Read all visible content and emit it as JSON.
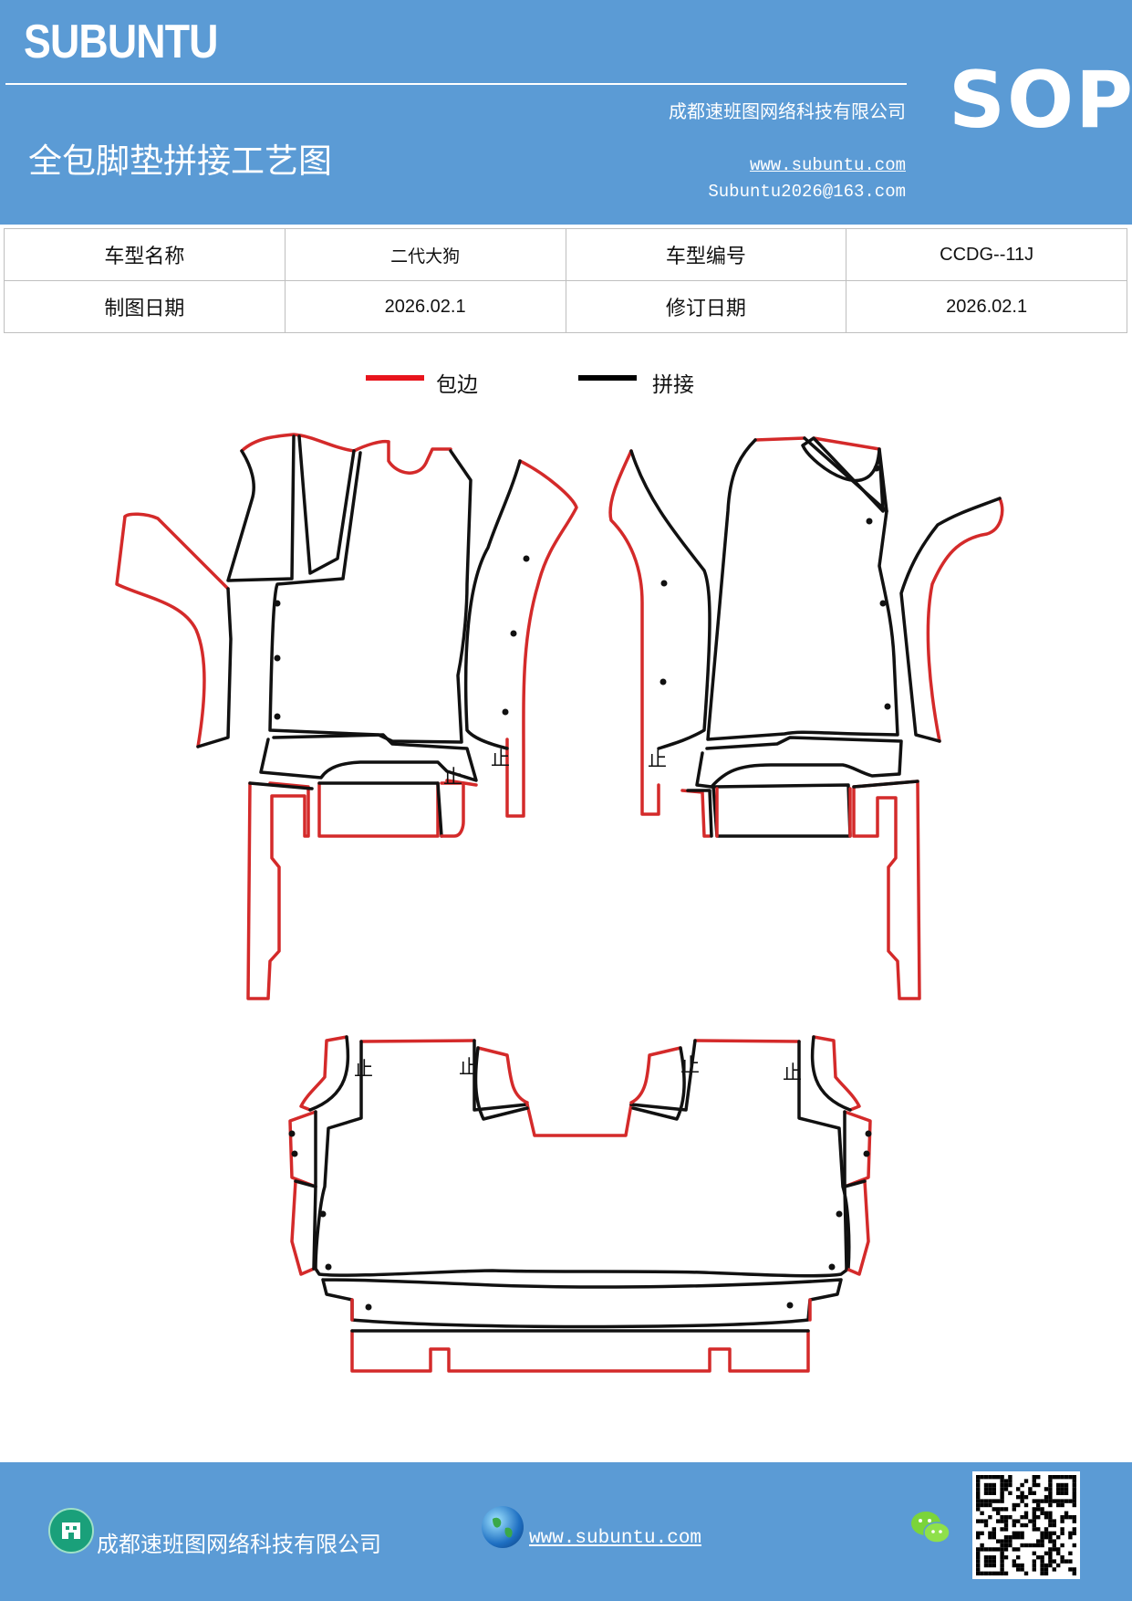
{
  "header": {
    "brand": "SUBUNTU",
    "badge": "SOP",
    "company": "成都速班图网络科技有限公司",
    "title": "全包脚垫拼接工艺图",
    "website": "www.subuntu.com",
    "email": "Subuntu2026@163.com"
  },
  "info_table": {
    "rows": [
      [
        "车型名称",
        "二代大狗",
        "车型编号",
        "CCDG--11J"
      ],
      [
        "制图日期",
        "2026.02.1",
        "修订日期",
        "2026.02.1"
      ]
    ]
  },
  "legend": {
    "items": [
      {
        "label": "包边",
        "color": "#e8141c"
      },
      {
        "label": "拼接",
        "color": "#000000"
      }
    ]
  },
  "diagram": {
    "stop_mark": "止",
    "colors": {
      "edge": "#d42a2a",
      "seam": "#111111"
    }
  },
  "footer": {
    "company": "成都速班图网络科技有限公司",
    "website": "www.subuntu.com",
    "icons": [
      "building-icon",
      "globe-icon",
      "wechat-icon",
      "qr-code"
    ]
  }
}
